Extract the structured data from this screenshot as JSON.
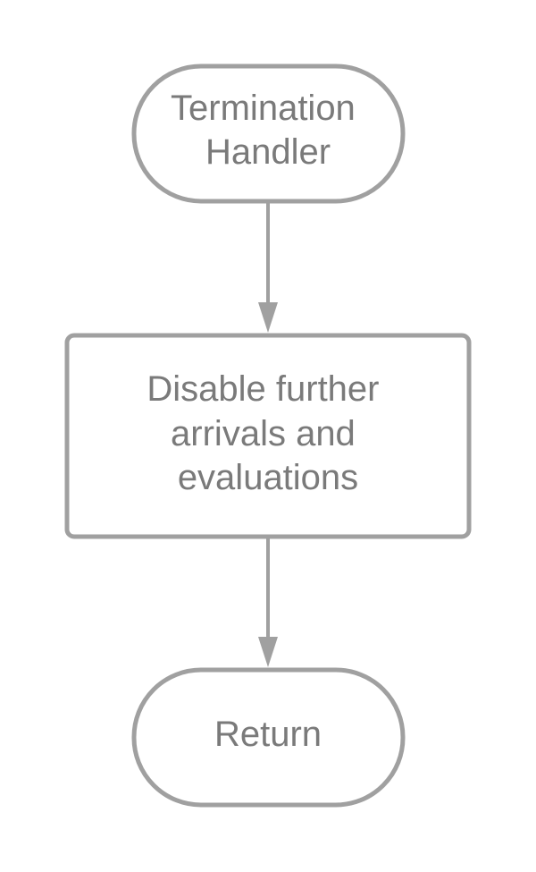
{
  "diagram": {
    "type": "flowchart",
    "colors": {
      "stroke": "#a0a0a0",
      "text": "#7a7a7a",
      "fill": "#ffffff"
    },
    "nodes": [
      {
        "id": "start",
        "shape": "terminator",
        "lines": [
          "Termination",
          "Handler"
        ]
      },
      {
        "id": "process",
        "shape": "process",
        "lines": [
          "Disable further",
          "arrivals and",
          "evaluations"
        ]
      },
      {
        "id": "end",
        "shape": "terminator",
        "lines": [
          "Return"
        ]
      }
    ],
    "edges": [
      {
        "from": "start",
        "to": "process"
      },
      {
        "from": "process",
        "to": "end"
      }
    ]
  }
}
